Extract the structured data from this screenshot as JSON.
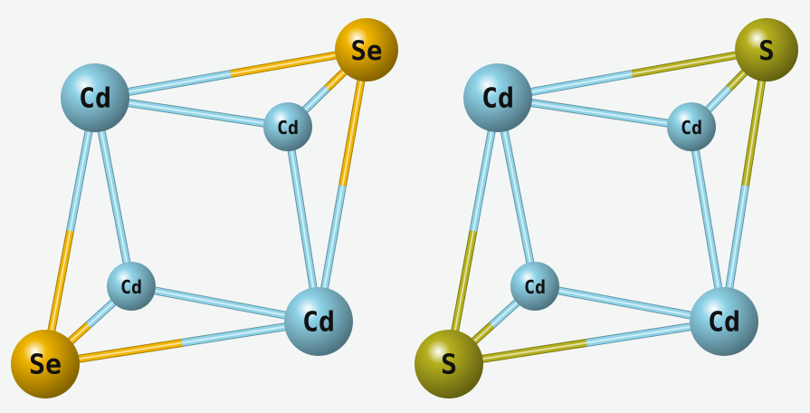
{
  "colors": {
    "background": "#f4f6f6",
    "cd": "#8fd3e8",
    "se": "#f0b400",
    "s": "#b5b01e"
  },
  "clusters": [
    {
      "atoms": [
        {
          "label": "Cd",
          "element": "cd"
        },
        {
          "label": "Se",
          "element": "se"
        },
        {
          "label": "Cd",
          "element": "cd"
        },
        {
          "label": "Cd",
          "element": "cd"
        },
        {
          "label": "Cd",
          "element": "cd"
        },
        {
          "label": "Se",
          "element": "se"
        }
      ]
    },
    {
      "atoms": [
        {
          "label": "Cd",
          "element": "cd"
        },
        {
          "label": "S",
          "element": "s"
        },
        {
          "label": "Cd",
          "element": "cd"
        },
        {
          "label": "Cd",
          "element": "cd"
        },
        {
          "label": "Cd",
          "element": "cd"
        },
        {
          "label": "S",
          "element": "s"
        }
      ]
    }
  ]
}
